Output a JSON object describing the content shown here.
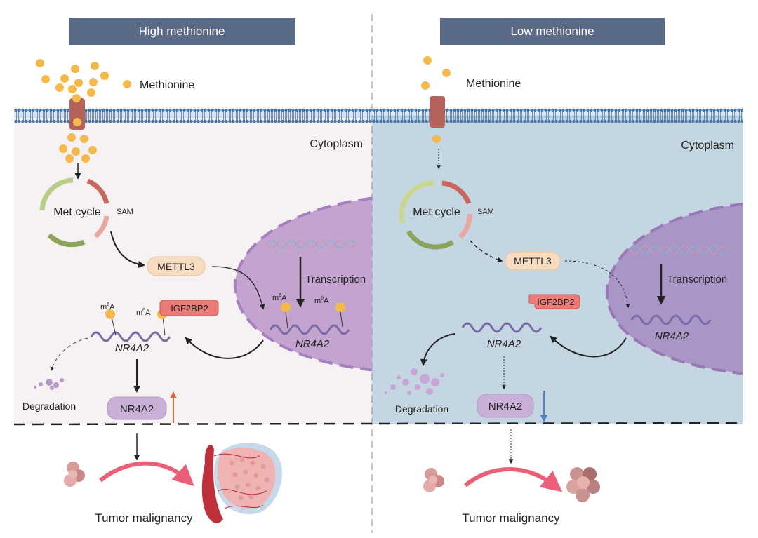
{
  "panels": [
    {
      "id": "high",
      "title": "High methionine",
      "methionine_label": "Methionine",
      "cytoplasm_label": "Cytoplasm",
      "met_cycle_label": "Met cycle",
      "sam_label": "SAM",
      "mettl3_label": "METTL3",
      "igf2bp2_label": "IGF2BP2",
      "transcription_label": "Transcription",
      "mrna_label": "NR4A2",
      "nuclear_mrna_label": "NR4A2",
      "protein_label": "NR4A2",
      "degradation_label": "Degradation",
      "m6a_label": "m6A",
      "outcome_label": "Tumor malignancy",
      "protein_trend": "up",
      "trend_color": "#e8642c",
      "background_color": "#f6f1f3"
    },
    {
      "id": "low",
      "title": "Low methionine",
      "methionine_label": "Methionine",
      "cytoplasm_label": "Cytoplasm",
      "met_cycle_label": "Met cycle",
      "sam_label": "SAM",
      "mettl3_label": "METTL3",
      "igf2bp2_label": "IGF2BP2",
      "transcription_label": "Transcription",
      "mrna_label": "NR4A2",
      "nuclear_mrna_label": "NR4A2",
      "protein_label": "NR4A2",
      "degradation_label": "Degradation",
      "outcome_label": "Tumor malignancy",
      "protein_trend": "down",
      "trend_color": "#4a86c5",
      "background_color": "#c3d6e1"
    }
  ],
  "colors": {
    "header_bg": "#5b6b87",
    "membrane": "#4a78a8",
    "channel": "#b5625a",
    "methionine_dot": "#f5b94a",
    "nucleus": "#b99ac8",
    "mettl3_fill": "#f7dcc0",
    "igf2bp2_fill": "#ec7a76",
    "protein_fill": "#c9b0d6",
    "mrna": "#7a6aa8"
  }
}
